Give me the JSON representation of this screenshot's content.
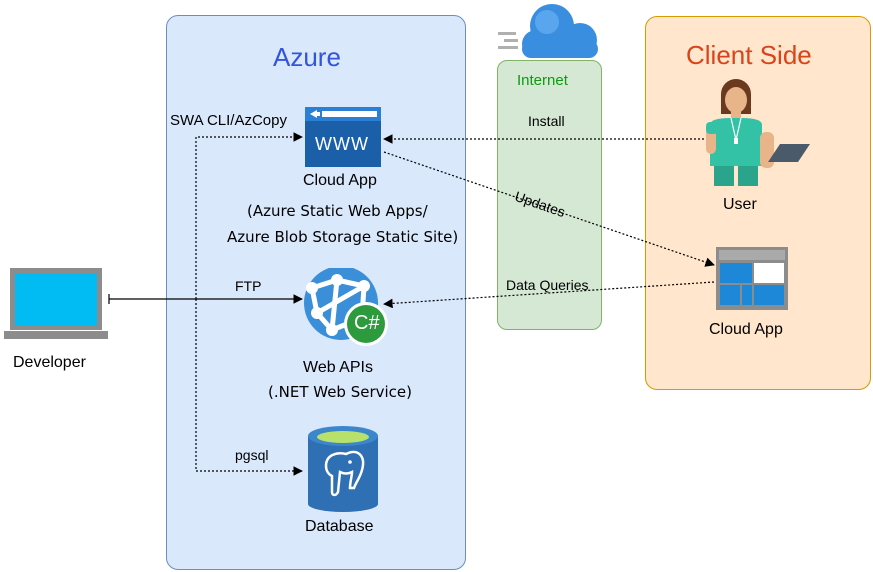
{
  "azure": {
    "title": "Azure",
    "cloud_app_label": "Cloud App",
    "cloud_app_desc_1": "(Azure Static Web Apps/",
    "cloud_app_desc_2": "Azure Blob Storage Static Site)",
    "web_apis_label": "Web APIs",
    "web_apis_desc": "(.NET Web Service)",
    "database_label": "Database",
    "www_text": "WWW",
    "csharp_text": "C#"
  },
  "internet": {
    "title": "Internet"
  },
  "client": {
    "title": "Client Side",
    "user_label": "User",
    "cloud_app_label": "Cloud App"
  },
  "developer": {
    "label": "Developer"
  },
  "connections": {
    "swa_cli": "SWA CLI/AzCopy",
    "ftp": "FTP",
    "pgsql": "pgsql",
    "install": "Install",
    "updates": "Updates",
    "data_queries": "Data Queries"
  },
  "colors": {
    "azure_fill": "#dae8fc",
    "azure_border": "#6c8ebf",
    "azure_title": "#3355dd",
    "client_fill": "#ffe6cc",
    "client_border": "#d79b00",
    "client_title": "#d9441a",
    "internet_fill": "#d5e8d4",
    "internet_border": "#82b366",
    "internet_title": "#109910"
  }
}
